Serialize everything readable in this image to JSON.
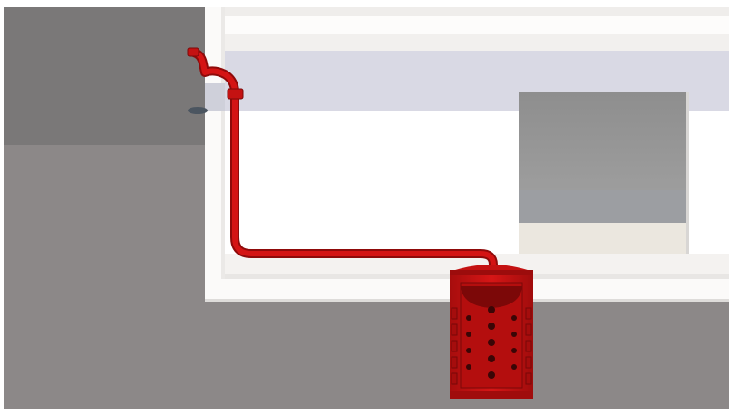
{
  "scene": {
    "colors": {
      "page_background": "#ffffff",
      "ground": "#8c8888",
      "soil_upper": "#7a7878",
      "wall_white": "#fbfaf9",
      "wall_shadow": "#e8e6e4",
      "ceiling_band": "#d9d9e4",
      "doorway_dark": "#8a8a8a",
      "doorway_floor": "#ebe7df",
      "pipe_red": "#d41414",
      "pipe_dark": "#8f0a0a",
      "tank_red": "#c71010",
      "tank_dark": "#9c0c0c",
      "tank_hole": "#3a0606"
    },
    "objects": [
      "ground-surface",
      "building-cross-section",
      "doorway-opening",
      "red-pipe",
      "red-septic-tank"
    ]
  }
}
